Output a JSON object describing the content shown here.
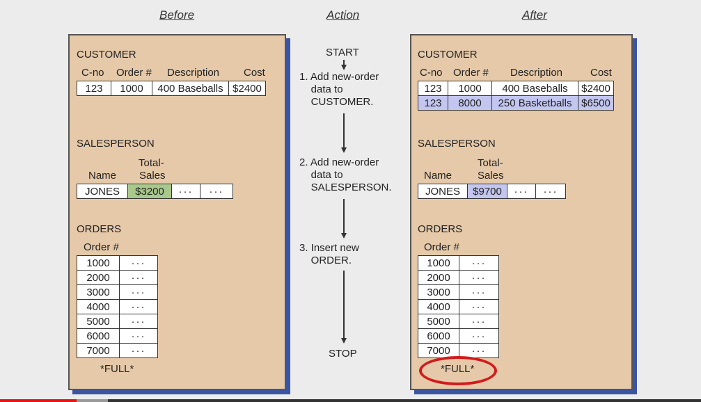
{
  "headers": {
    "before": "Before",
    "action": "Action",
    "after": "After"
  },
  "before": {
    "customer": {
      "title": "CUSTOMER",
      "columns": [
        "C-no",
        "Order #",
        "Description",
        "Cost"
      ],
      "rows": [
        [
          "123",
          "1000",
          "400 Baseballs",
          "$2400"
        ]
      ]
    },
    "salesperson": {
      "title": "SALESPERSON",
      "col_name": "Name",
      "col_total_1": "Total-",
      "col_total_2": "Sales",
      "row": [
        "JONES",
        "$3200",
        "···",
        "···"
      ]
    },
    "orders": {
      "title": "ORDERS",
      "col": "Order #",
      "rows": [
        "1000",
        "2000",
        "3000",
        "4000",
        "5000",
        "6000",
        "7000"
      ],
      "dots": "···",
      "full": "*FULL*"
    }
  },
  "after": {
    "customer": {
      "title": "CUSTOMER",
      "columns": [
        "C-no",
        "Order #",
        "Description",
        "Cost"
      ],
      "rows": [
        [
          "123",
          "1000",
          "400 Baseballs",
          "$2400"
        ],
        [
          "123",
          "8000",
          "250 Basketballs",
          "$6500"
        ]
      ]
    },
    "salesperson": {
      "title": "SALESPERSON",
      "col_name": "Name",
      "col_total_1": "Total-",
      "col_total_2": "Sales",
      "row": [
        "JONES",
        "$9700",
        "···",
        "···"
      ]
    },
    "orders": {
      "title": "ORDERS",
      "col": "Order #",
      "rows": [
        "1000",
        "2000",
        "3000",
        "4000",
        "5000",
        "6000",
        "7000"
      ],
      "dots": "···",
      "full": "*FULL*"
    }
  },
  "action": {
    "start": "START",
    "step1": "1. Add new-order\n    data to\n    CUSTOMER.",
    "step2": "2. Add new-order\n    data to\n    SALESPERSON.",
    "step3": "3. Insert new\n    ORDER.",
    "stop": "STOP"
  },
  "colors": {
    "panel": "#e5c9a9",
    "shadow": "#3a55a2",
    "highlight_before": "#a9c98a",
    "highlight_after": "#c3c6ef",
    "circle": "#d21b1b"
  },
  "video": {
    "progress_fraction": 0.11
  }
}
